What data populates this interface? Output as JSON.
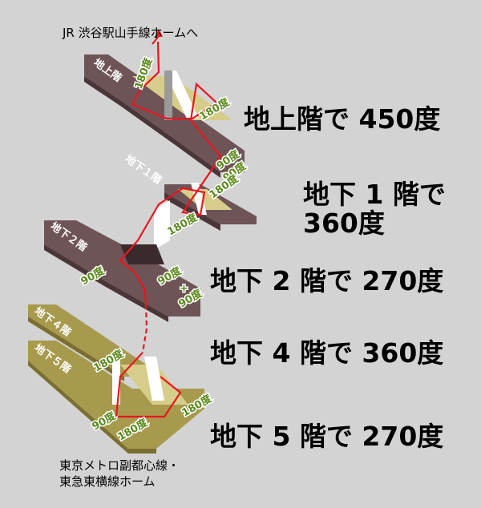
{
  "top_note": "JR 渋谷駅山手線ホームへ",
  "bottom_note_1": "東京メトロ副都心線・",
  "bottom_note_2": "東急東横線ホーム",
  "colors": {
    "background": "#d3d3d3",
    "floor_brown": "#6e5457",
    "floor_olive": "#a89a4d",
    "platform_fill": "#d7cd8a",
    "path_red": "#e8171f",
    "angle_green": "#5a8a1a"
  },
  "levels": [
    {
      "floor_label": "地上階",
      "summary": "地上階で 450度"
    },
    {
      "floor_label": "地下１階",
      "summary_line1": "地下 1 階で",
      "summary_line2": "360度"
    },
    {
      "floor_label": "地下２階",
      "summary": "地下 2 階で 270度"
    },
    {
      "floor_label": "地下４階",
      "summary": "地下 4 階で 360度"
    },
    {
      "floor_label": "地下５階",
      "summary": "地下 5 階で 270度"
    }
  ],
  "angles": {
    "a180": "180度",
    "a90": "90度",
    "plus": "+"
  }
}
